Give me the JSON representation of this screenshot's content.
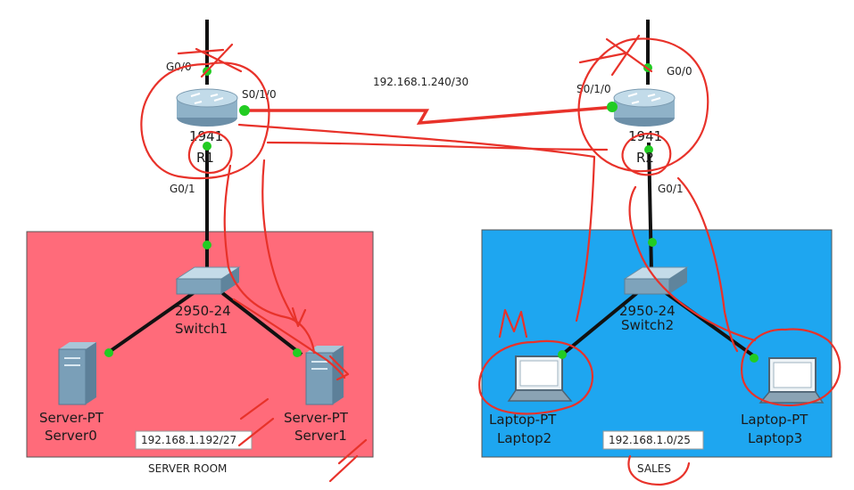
{
  "title": "",
  "colors": {
    "server_room_bg": "#ff6b7a",
    "sales_bg": "#1ea6f0",
    "link": "#111111",
    "serial_link": "#e8322a",
    "port_light": "#22cc22",
    "annotation": "#e8322a"
  },
  "wan": {
    "subnet": "192.168.1.240/30"
  },
  "routers": {
    "r1": {
      "model": "1941",
      "name": "R1",
      "port_top": "G0/0",
      "port_serial": "S0/1/0",
      "port_down": "G0/1"
    },
    "r2": {
      "model": "1941",
      "name": "R2",
      "port_top": "G0/0",
      "port_serial": "S0/1/0",
      "port_down": "G0/1"
    }
  },
  "areas": {
    "server_room": {
      "label": "SERVER ROOM",
      "subnet": "192.168.1.192/27"
    },
    "sales": {
      "label": "SALES",
      "subnet": "192.168.1.0/25"
    }
  },
  "switches": {
    "switch1": {
      "model": "2950-24",
      "name": "Switch1"
    },
    "switch2": {
      "model": "2950-24",
      "name": "Switch2"
    }
  },
  "servers": [
    {
      "type": "Server-PT",
      "name": "Server0"
    },
    {
      "type": "Server-PT",
      "name": "Server1"
    }
  ],
  "laptops": [
    {
      "type": "Laptop-PT",
      "name": "Laptop2"
    },
    {
      "type": "Laptop-PT",
      "name": "Laptop3"
    }
  ],
  "annotation_text": "M"
}
